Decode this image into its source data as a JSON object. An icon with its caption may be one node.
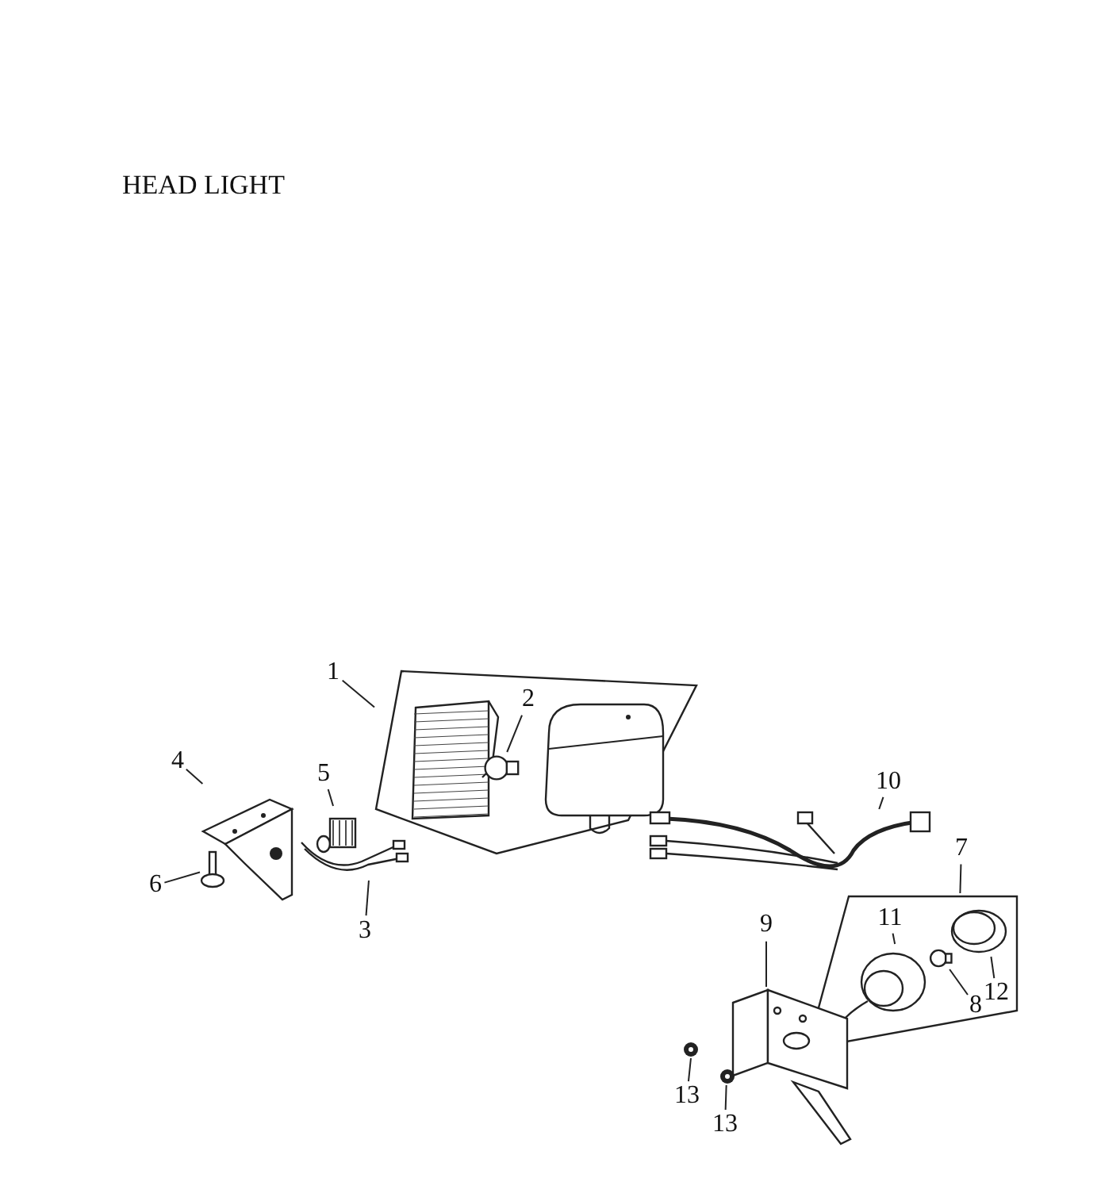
{
  "diagram": {
    "title": "HEAD LIGHT",
    "nodes": [
      {
        "text": [
          "1"
        ]
      },
      {
        "text": [],
        "shape": "box"
      },
      {
        "text": [
          "2"
        ],
        "in": 1
      },
      {
        "text": [],
        "shape": "circle",
        "in": 1
      },
      {
        "text": [
          "4"
        ]
      },
      {
        "text": [],
        "shape": "picture"
      },
      {
        "text": [
          "5"
        ]
      },
      {
        "text": [],
        "shape": "picture"
      },
      {
        "text": [
          "6"
        ]
      },
      {
        "text": [],
        "shape": "picture"
      },
      {
        "text": [
          "3"
        ]
      },
      {
        "text": [],
        "shape": "picture"
      },
      {
        "text": [
          "10"
        ]
      },
      {
        "text": [],
        "shape": "picture"
      },
      {
        "text": [
          "7"
        ]
      },
      {
        "text": [],
        "shape": "box"
      },
      {
        "text": [
          "11"
        ],
        "in": 15
      },
      {
        "text": [],
        "shape": "picture",
        "in": 15
      },
      {
        "text": [
          "12"
        ],
        "in": 15
      },
      {
        "text": [],
        "shape": "picture",
        "in": 15
      },
      {
        "text": [
          "8"
        ],
        "in": 15
      },
      {
        "text": [],
        "shape": "circle",
        "in": 15
      },
      {
        "text": [
          "9"
        ]
      },
      {
        "text": [],
        "shape": "picture"
      },
      {
        "text": [
          "13"
        ]
      },
      {
        "text": [],
        "shape": "picture"
      },
      {
        "text": [
          "13"
        ]
      },
      {
        "text": [],
        "shape": "picture"
      }
    ],
    "edges": [
      {
        "from": 0,
        "to": 1,
        "arrow": "none"
      },
      {
        "from": 2,
        "to": 3,
        "arrow": "none"
      },
      {
        "from": 4,
        "to": 5,
        "arrow": "none"
      },
      {
        "from": 6,
        "to": 7,
        "arrow": "none"
      },
      {
        "from": 8,
        "to": 9,
        "arrow": "none"
      },
      {
        "from": 10,
        "to": 11,
        "arrow": "none"
      },
      {
        "from": 12,
        "to": 13,
        "arrow": "none"
      },
      {
        "from": 14,
        "to": 15,
        "arrow": "none"
      },
      {
        "from": 16,
        "to": 17,
        "arrow": "none"
      },
      {
        "from": 18,
        "to": 19,
        "arrow": "none"
      },
      {
        "from": 20,
        "to": 21,
        "arrow": "none"
      },
      {
        "from": 22,
        "to": 23,
        "arrow": "none"
      },
      {
        "from": 24,
        "to": 25,
        "arrow": "none"
      },
      {
        "from": 26,
        "to": 27,
        "arrow": "none"
      }
    ]
  }
}
